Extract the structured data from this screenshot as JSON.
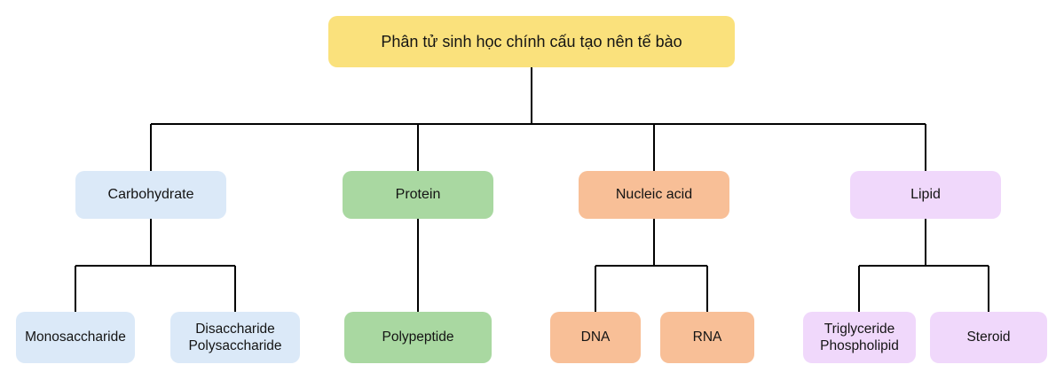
{
  "diagram": {
    "root": {
      "label": "Phân tử sinh học chính cấu tạo nên tế bào",
      "color": "#FAE17C"
    },
    "branches": [
      {
        "label": "Carbohydrate",
        "color": "#DBE9F8",
        "children": [
          {
            "label": "Monosaccharide"
          },
          {
            "label": "Disaccharide\nPolysaccharide"
          }
        ]
      },
      {
        "label": "Protein",
        "color": "#A9D8A1",
        "children": [
          {
            "label": "Polypeptide"
          }
        ]
      },
      {
        "label": "Nucleic acid",
        "color": "#F8BF97",
        "children": [
          {
            "label": "DNA"
          },
          {
            "label": "RNA"
          }
        ]
      },
      {
        "label": "Lipid",
        "color": "#F0D8FB",
        "children": [
          {
            "label": "Triglyceride\nPhospholipid"
          },
          {
            "label": "Steroid"
          }
        ]
      }
    ],
    "line_color": "#000000"
  }
}
